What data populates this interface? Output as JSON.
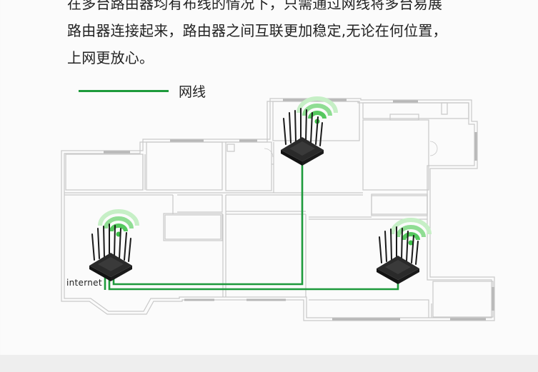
{
  "intro": {
    "lines": [
      "在多台路由器均有布线的情况下，只需通过网线将多台易展",
      "路由器连接起来，路由器之间互联更加稳定,无论在何位置，",
      "上网更放心。"
    ]
  },
  "legend": {
    "label": "网线",
    "color": "#1e9a3c"
  },
  "floorplan": {
    "internet_label": "internet",
    "wall_color": "#c9c9c9",
    "cable_color": "#1e9a3c",
    "router_icon": "router-icon",
    "wifi_icon": "wifi-signal-icon"
  }
}
